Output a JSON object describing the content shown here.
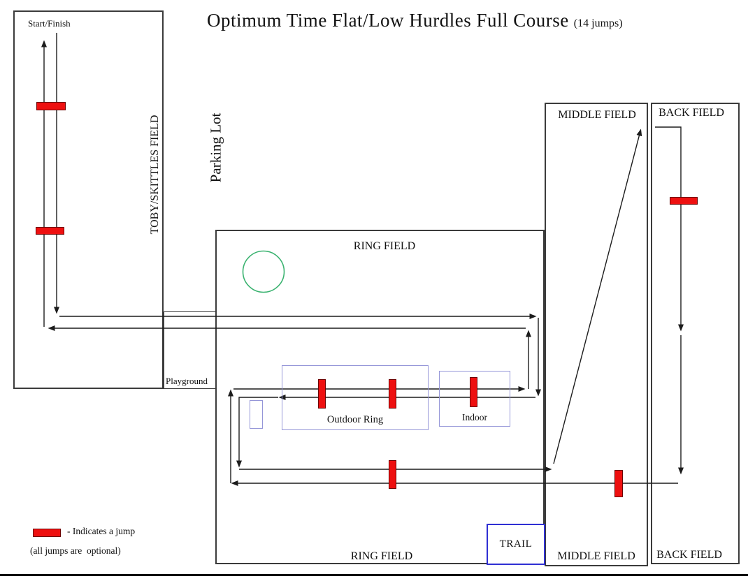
{
  "title": {
    "main": "Optimum Time Flat/Low Hurdles Full Course",
    "jumps_note": "(14 jumps)"
  },
  "fields": {
    "toby": "TOBY/SKITTLES FIELD",
    "ring": "RING FIELD",
    "middle": "MIDDLE FIELD",
    "back": "BACK FIELD"
  },
  "places": {
    "start_finish": "Start/Finish",
    "parking_lot": "Parking Lot",
    "playground": "Playground",
    "outdoor_ring": "Outdoor Ring",
    "indoor": "Indoor",
    "trail": "TRAIL"
  },
  "legend": {
    "text": "- Indicates a jump",
    "note": "(all jumps are  optional)"
  },
  "colors": {
    "jump": "#ee1010",
    "jump_border": "#6b0000",
    "box_blue": "#9596d8",
    "trail_blue": "#2f2fd3",
    "circle_green": "#3cb371",
    "line": "#1c1c1c",
    "border": "#3b3b3b"
  }
}
